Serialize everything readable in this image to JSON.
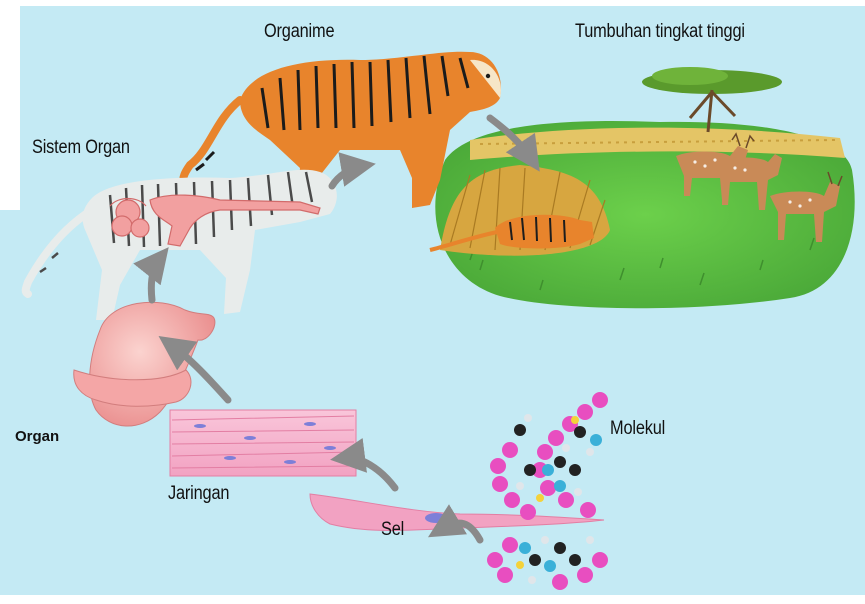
{
  "labels": {
    "organime": "Organime",
    "tumbuhan": "Tumbuhan tingkat tinggi",
    "sistem_organ": "Sistem Organ",
    "organ": "Organ",
    "molekul": "Molekul",
    "jaringan": "Jaringan",
    "sel": "Sel"
  },
  "colors": {
    "background": "#c4eaf4",
    "grass": "#5fc043",
    "tiger_orange": "#e8842c",
    "stomach_pink": "#f0a2a2",
    "tissue_pink": "#f7b8cf",
    "molecule_magenta": "#e84ec0",
    "arrow_gray": "#8a8a8a"
  },
  "icons": [
    "tiger-icon",
    "organ-system-tiger-icon",
    "stomach-icon",
    "muscle-tissue-icon",
    "cell-icon",
    "dna-molecule-icon",
    "grassland-icon",
    "tree-icon",
    "deer-icon"
  ]
}
